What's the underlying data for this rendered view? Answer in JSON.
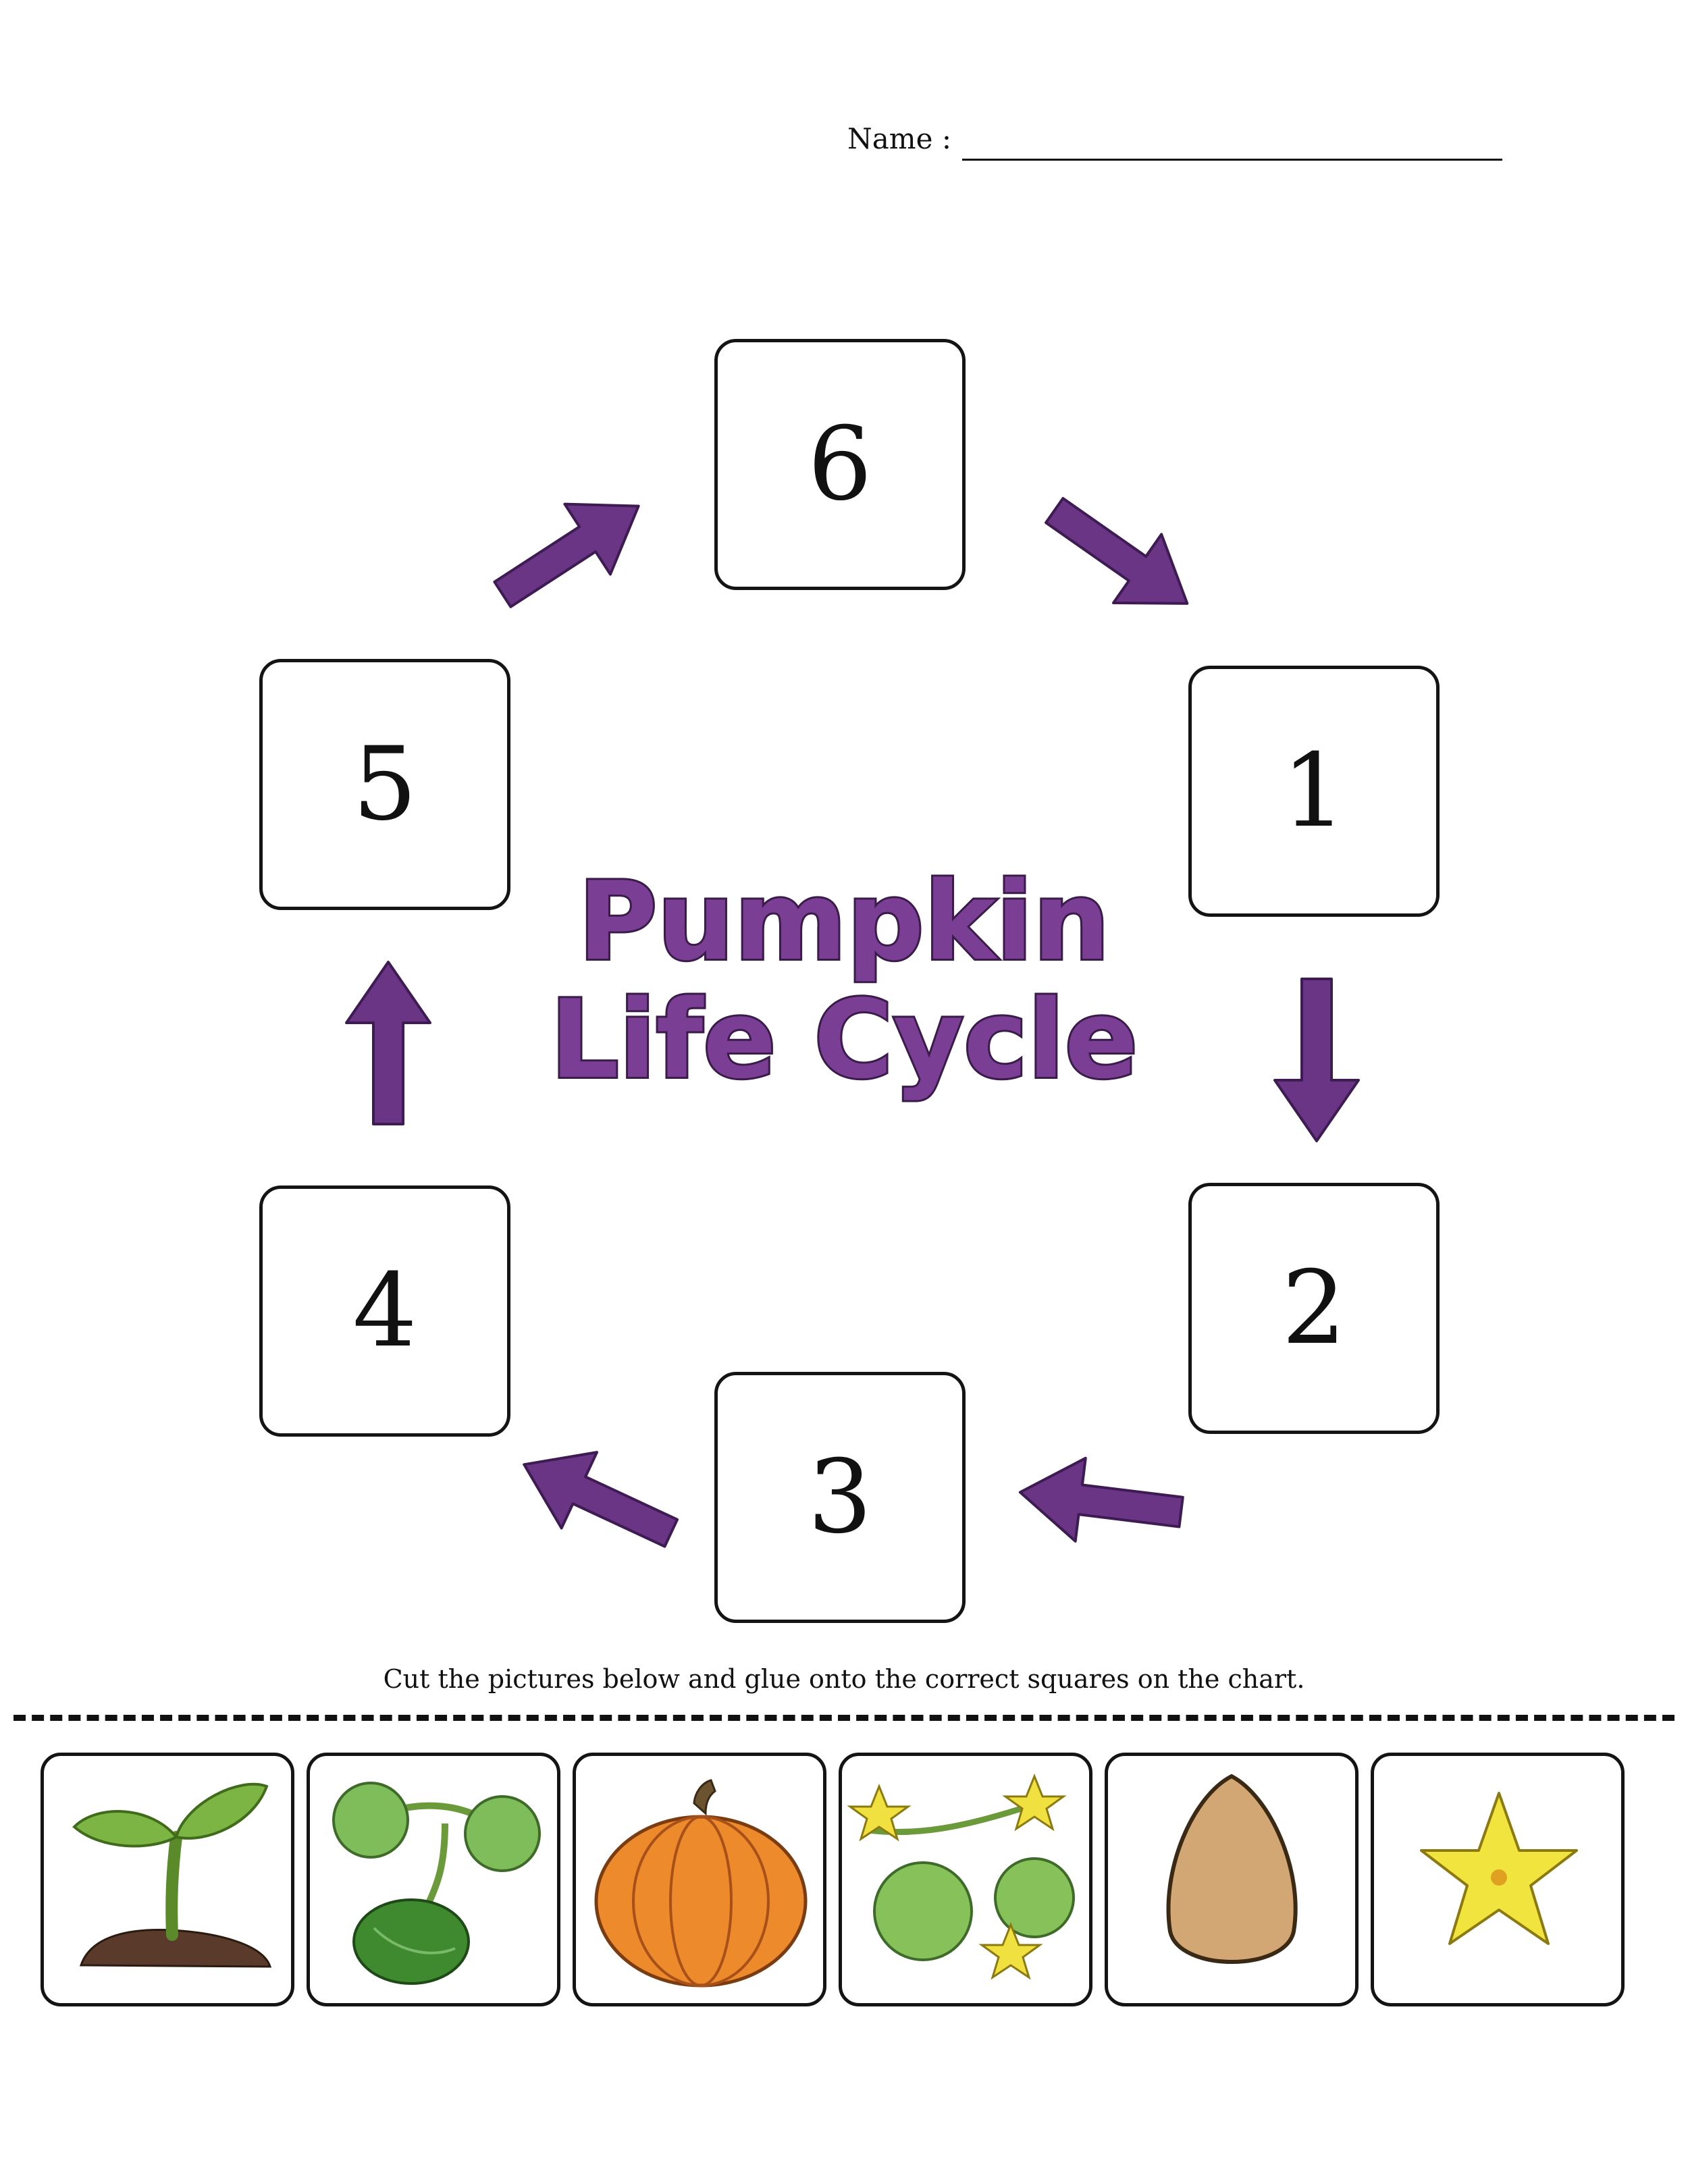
{
  "header": {
    "name_label": "Name :"
  },
  "title": {
    "line1": "Pumpkin",
    "line2": "Life Cycle",
    "color": "#7a3f94"
  },
  "cycle": {
    "squares": [
      {
        "number": "6"
      },
      {
        "number": "1"
      },
      {
        "number": "2"
      },
      {
        "number": "3"
      },
      {
        "number": "4"
      },
      {
        "number": "5"
      }
    ],
    "arrow_color": "#6a3585"
  },
  "instructions": "Cut the pictures below and glue onto the correct squares on the chart.",
  "cutouts": [
    {
      "icon": "sprout-icon"
    },
    {
      "icon": "green-pumpkin-vine-icon"
    },
    {
      "icon": "orange-pumpkin-icon"
    },
    {
      "icon": "flowering-vine-icon"
    },
    {
      "icon": "seed-icon"
    },
    {
      "icon": "yellow-flower-icon"
    }
  ]
}
